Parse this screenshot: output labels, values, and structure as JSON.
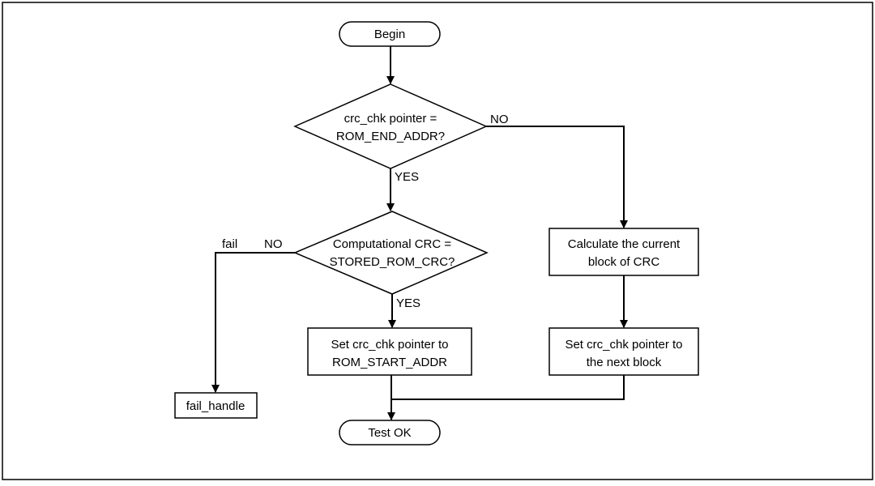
{
  "nodes": {
    "begin": "Begin",
    "check_end_line1": "crc_chk pointer =",
    "check_end_line2": "ROM_END_ADDR?",
    "compare_line1": "Computational CRC =",
    "compare_line2": "STORED_ROM_CRC?",
    "calc_line1": "Calculate the current",
    "calc_line2": "block of CRC",
    "set_start_line1": "Set crc_chk pointer to",
    "set_start_line2": "ROM_START_ADDR",
    "set_next_line1": "Set crc_chk pointer to",
    "set_next_line2": "the next block",
    "fail_handle": "fail_handle",
    "test_ok": "Test OK"
  },
  "edge_labels": {
    "end_no": "NO",
    "end_yes": "YES",
    "compare_no": "NO",
    "compare_fail": "fail",
    "compare_yes": "YES"
  },
  "colors": {
    "stroke": "#000000",
    "fill": "#ffffff"
  }
}
